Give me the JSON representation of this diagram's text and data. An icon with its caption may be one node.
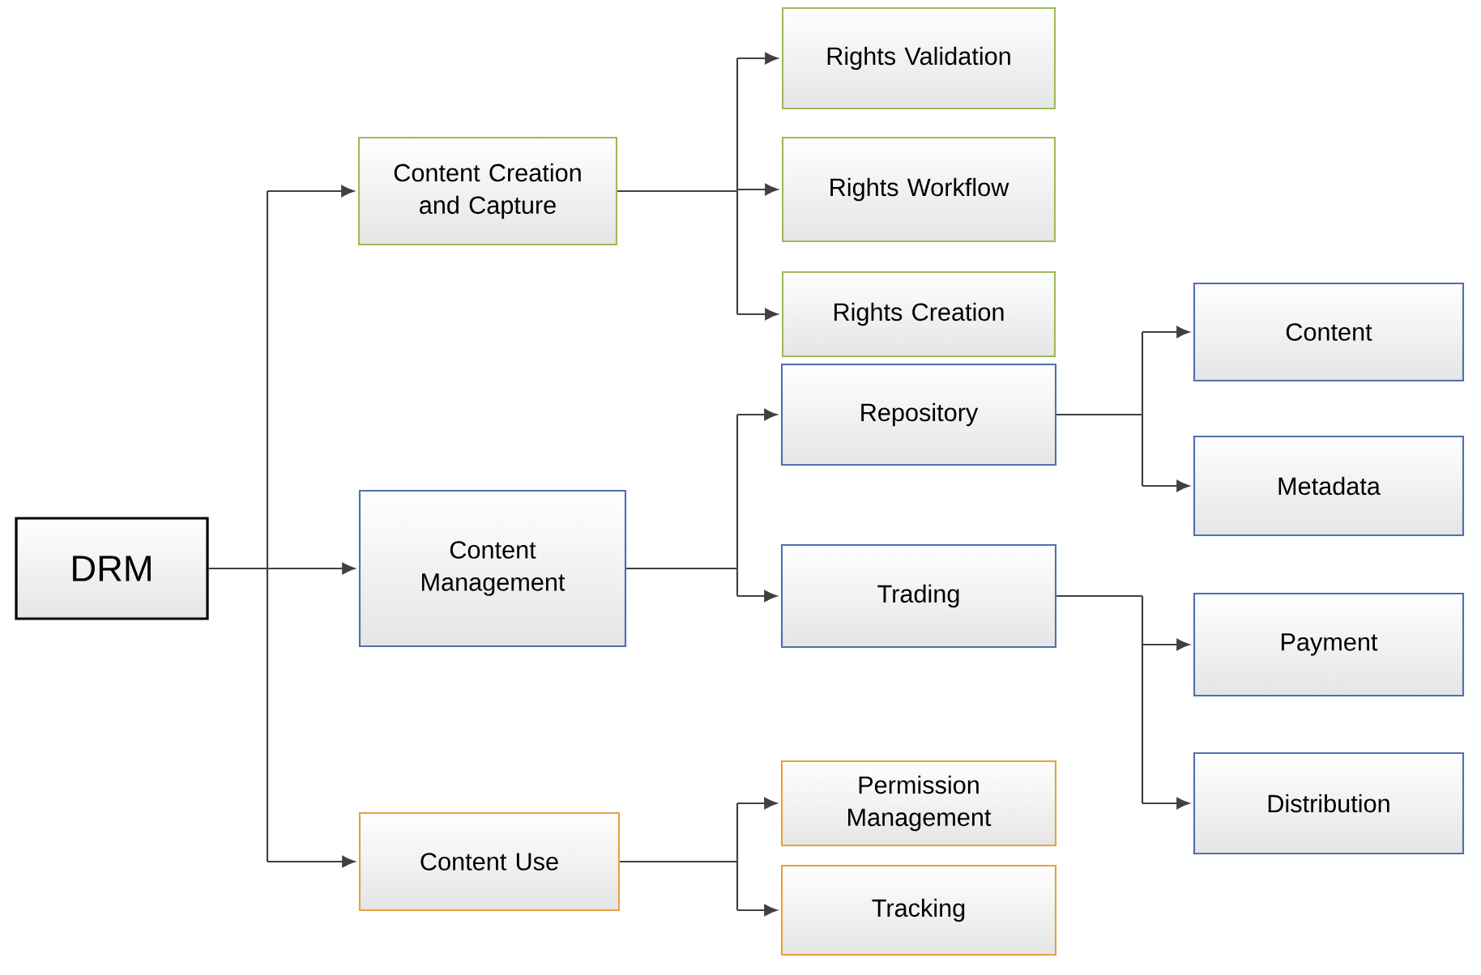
{
  "diagram": {
    "nodes": [
      {
        "text": [
          "DRM"
        ]
      },
      {
        "text": [
          "Content Creation and Capture"
        ]
      },
      {
        "text": [
          "Rights Validation"
        ]
      },
      {
        "text": [
          "Rights Workflow"
        ]
      },
      {
        "text": [
          "Rights Creation"
        ]
      },
      {
        "text": [
          "Content Management"
        ]
      },
      {
        "text": [
          "Repository"
        ]
      },
      {
        "text": [
          "Trading"
        ]
      },
      {
        "text": [
          "Content"
        ]
      },
      {
        "text": [
          "Metadata"
        ]
      },
      {
        "text": [
          "Payment"
        ]
      },
      {
        "text": [
          "Distribution"
        ]
      },
      {
        "text": [
          "Content Use"
        ]
      },
      {
        "text": [
          "Permission Management"
        ]
      },
      {
        "text": [
          "Tracking"
        ]
      }
    ],
    "edges": [
      {
        "from": 0,
        "to": 1,
        "arrow": "to"
      },
      {
        "from": 0,
        "to": 5,
        "arrow": "to"
      },
      {
        "from": 0,
        "to": 12,
        "arrow": "to"
      },
      {
        "from": 1,
        "to": 2,
        "arrow": "to"
      },
      {
        "from": 1,
        "to": 3,
        "arrow": "to"
      },
      {
        "from": 1,
        "to": 4,
        "arrow": "to"
      },
      {
        "from": 5,
        "to": 6,
        "arrow": "to"
      },
      {
        "from": 5,
        "to": 7,
        "arrow": "to"
      },
      {
        "from": 6,
        "to": 8,
        "arrow": "to"
      },
      {
        "from": 6,
        "to": 9,
        "arrow": "to"
      },
      {
        "from": 7,
        "to": 10,
        "arrow": "to"
      },
      {
        "from": 7,
        "to": 11,
        "arrow": "to"
      },
      {
        "from": 12,
        "to": 13,
        "arrow": "to"
      },
      {
        "from": 12,
        "to": 14,
        "arrow": "to"
      }
    ]
  }
}
